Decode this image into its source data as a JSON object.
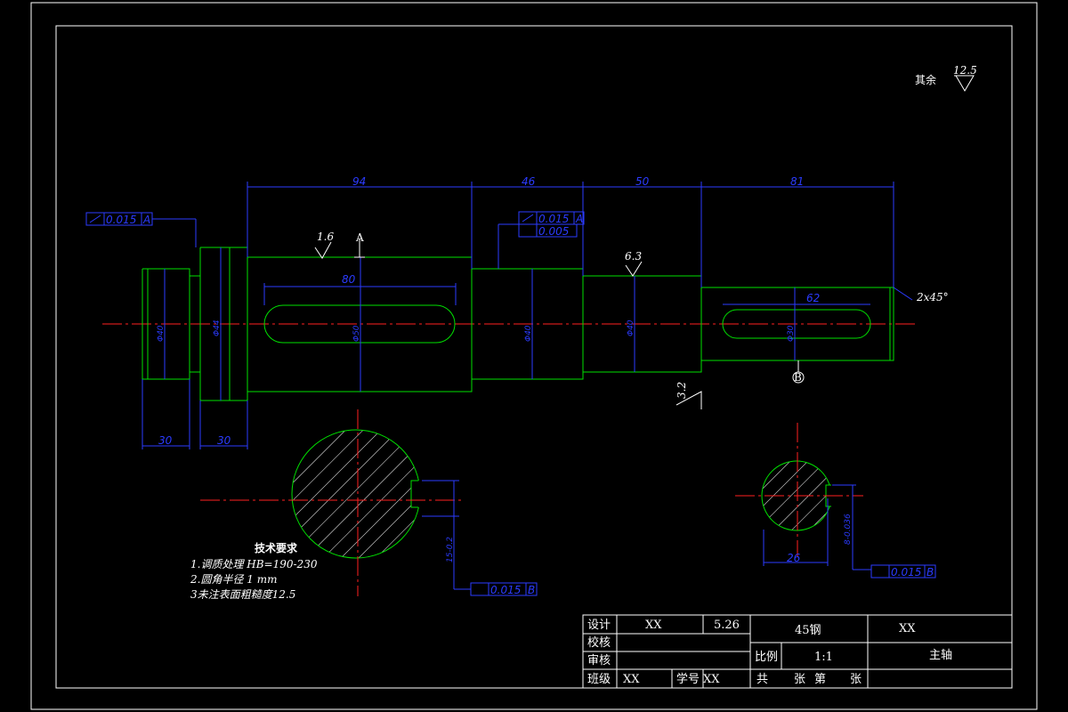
{
  "surface_finish": {
    "label": "其余",
    "value": "12.5"
  },
  "dimensions": {
    "len_94": "94",
    "len_46": "46",
    "len_50": "50",
    "len_81": "81",
    "len_30a": "30",
    "len_30b": "30",
    "key_80": "80",
    "key_62": "62",
    "sec_26": "26"
  },
  "tolerances": {
    "runout_left": "0.015",
    "runout_left_datum": "A",
    "runout_mid": "0.015",
    "runout_mid_datum": "A",
    "cyl_mid": "0.005",
    "sym_left": "0.015",
    "sym_left_datum": "B",
    "sym_right": "0.015",
    "sym_right_datum": "B"
  },
  "roughness": {
    "r1": "1.6",
    "r2": "6.3",
    "r3": "3.2"
  },
  "datums": {
    "a": "A",
    "b": "B"
  },
  "chamfer": "2x45°",
  "diameters": {
    "d1": "Φ40",
    "d2": "Φ44",
    "d3": "Φ50",
    "d4": "Φ40",
    "d5": "Φ40",
    "d6": "Φ30"
  },
  "tech_req": {
    "title": "技术要求",
    "lines": [
      "1.调质处理 HB=190-230",
      "2.圆角半径 1 mm",
      "3未注表面粗糙度12.5"
    ]
  },
  "title_block": {
    "design_label": "设计",
    "design_name": "XX",
    "design_date": "5.26",
    "check_label": "校核",
    "review_label": "审核",
    "class_label": "班级",
    "class_value": "XX",
    "id_label": "学号",
    "id_value": "XX",
    "material": "45钢",
    "school": "XX",
    "scale_label": "比例",
    "scale_value": "1:1",
    "part_name": "主轴",
    "sheets_total": "共",
    "sheets_unit1": "张",
    "sheets_no": "第",
    "sheets_unit2": "张"
  }
}
